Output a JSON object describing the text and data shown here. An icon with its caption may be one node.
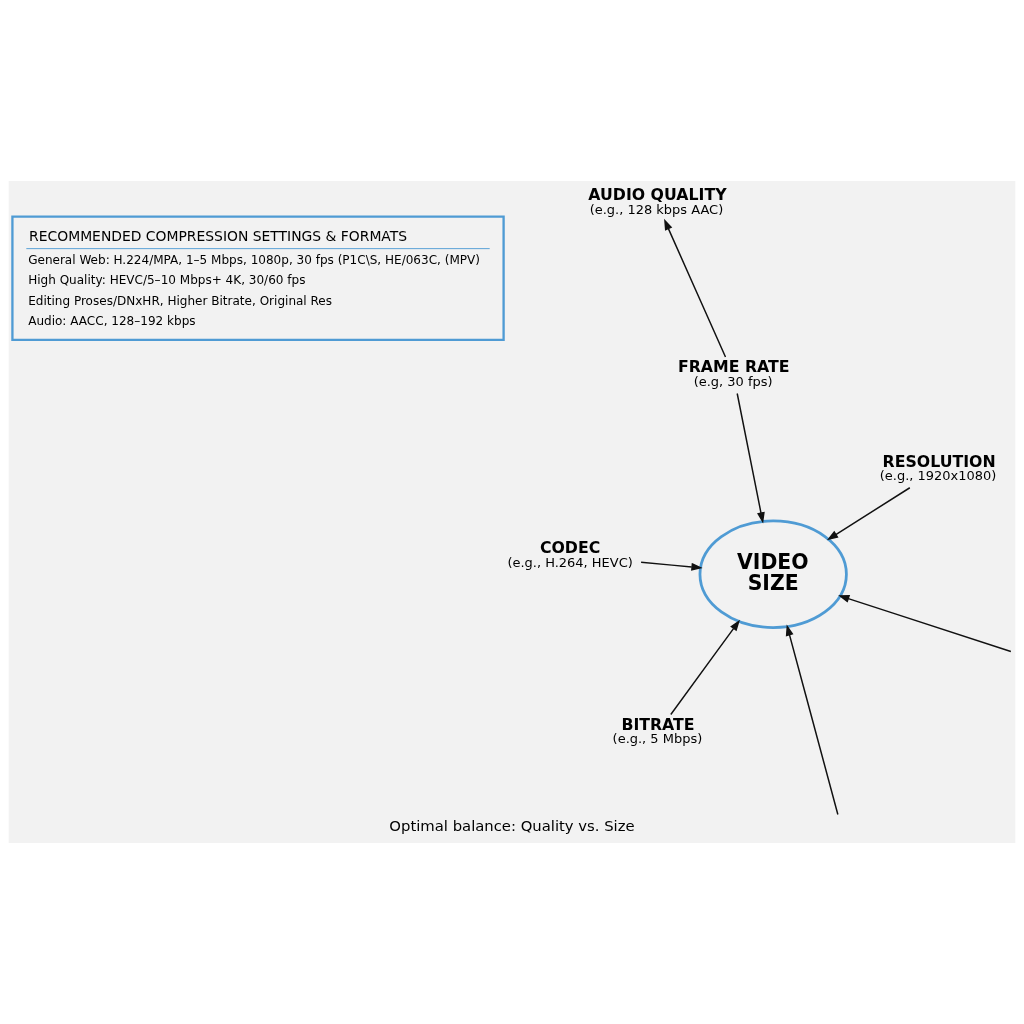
{
  "diagram": {
    "caption": "Optimal balance: Quality vs. Size",
    "nodes": [
      {
        "text": [
          "VIDEO SIZE"
        ]
      },
      {
        "text": [
          "RESOLUTION",
          "(e.g., 1920x1080)"
        ]
      },
      {
        "text": [
          "BITRATE",
          "(e.g., 5 Mbps)"
        ]
      },
      {
        "text": [
          "FRAME RATE",
          "(e.g, 30 fps)"
        ]
      },
      {
        "text": [
          "AUDIO QUALITY",
          "(e.g., 128 kbps AAC)"
        ]
      },
      {
        "text": [
          "CODEC",
          "(e.g., H.264, HEVC)"
        ]
      },
      {
        "text": [
          "RECOMMENDED COMPRESSION SETTINGS & FORMATS",
          "General Web: H.224/MPA, 1–5 Mbps, 1080p, 30 fps (P1C\\S, HE/063C, (MPV)",
          "High Quality: HEVC/5–10 Mbps+ 4K, 30/60 fps",
          "Editing Proses/DNxHR, Higher Bitrate, Original Res",
          "Audio: AACC, 128–192 kbps"
        ]
      }
    ],
    "edges": [
      {
        "from": 1,
        "to": 0,
        "arrow": "to"
      },
      {
        "from": 2,
        "to": 0,
        "arrow": "to"
      },
      {
        "from": null,
        "to": 0,
        "arrow": "to"
      },
      {
        "from": 3,
        "to": 0,
        "arrow": "to"
      },
      {
        "from": null,
        "to": 0,
        "arrow": "to"
      },
      {
        "from": 5,
        "to": 0,
        "arrow": "to"
      },
      {
        "from": 3,
        "to": 4,
        "arrow": "to"
      }
    ]
  }
}
